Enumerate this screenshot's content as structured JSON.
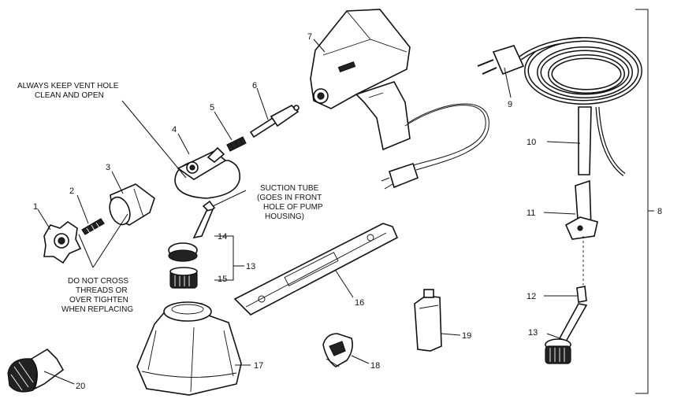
{
  "notes": {
    "vent_line1": "ALWAYS KEEP VENT HOLE",
    "vent_line2": "CLEAN AND OPEN",
    "suction_line1": "SUCTION TUBE",
    "suction_line2": "(GOES IN FRONT",
    "suction_line3": "HOLE OF PUMP",
    "suction_line4": "HOUSING)",
    "thread_line1": "DO NOT CROSS",
    "thread_line2": "THREADS OR",
    "thread_line3": "OVER TIGHTEN",
    "thread_line4": "WHEN REPLACING"
  },
  "callouts": {
    "p1": "1",
    "p2": "2",
    "p3": "3",
    "p4": "4",
    "p5": "5",
    "p6": "6",
    "p7": "7",
    "p8": "8",
    "p9": "9",
    "p10": "10",
    "p11": "11",
    "p12": "12",
    "p13a": "13",
    "p13b": "13",
    "p14": "14",
    "p15": "15",
    "p16": "16",
    "p17": "17",
    "p18": "18",
    "p19": "19",
    "p20": "20"
  }
}
